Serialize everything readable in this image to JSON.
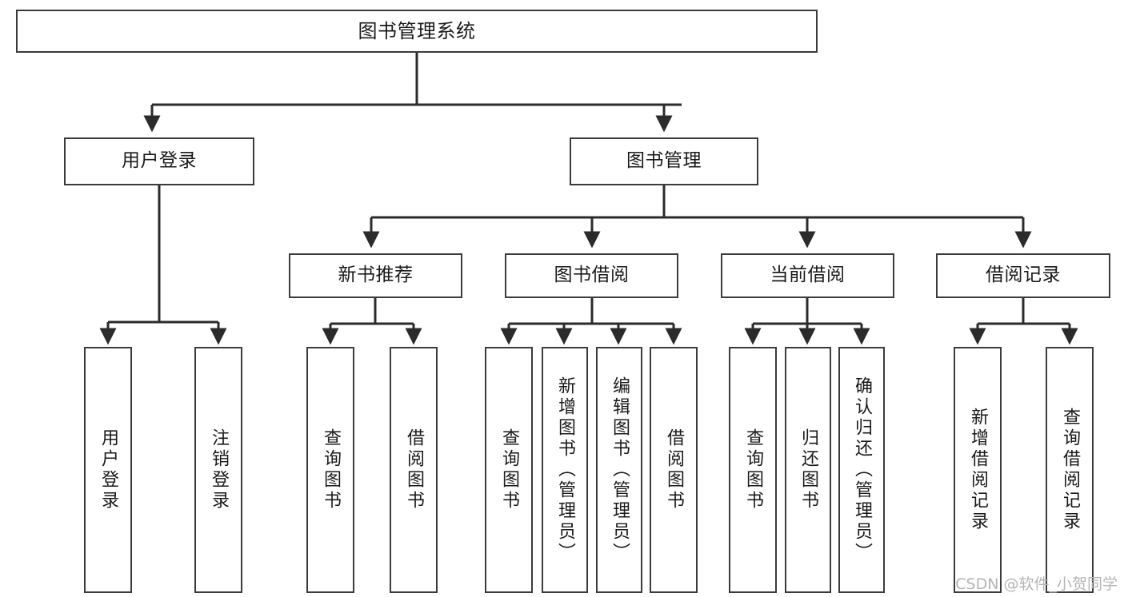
{
  "diagram": {
    "type": "tree-hierarchy-chart",
    "title": "图书管理系统",
    "colors": {
      "box_border": "#3b3b3b",
      "box_fill": "#ffffff",
      "edge": "#2b2b2b",
      "text": "#1a1a1a",
      "watermark": "#b4b4b4",
      "background": "#ffffff"
    },
    "levels": {
      "root": {
        "label": "图书管理系统"
      },
      "level2": [
        {
          "id": "user-login",
          "label": "用户登录"
        },
        {
          "id": "book-management",
          "label": "图书管理"
        }
      ],
      "level3": [
        {
          "id": "new-book-recommend",
          "label": "新书推荐"
        },
        {
          "id": "book-borrow",
          "label": "图书借阅"
        },
        {
          "id": "current-borrow",
          "label": "当前借阅"
        },
        {
          "id": "borrow-record",
          "label": "借阅记录"
        }
      ],
      "leaves": {
        "user_login": [
          {
            "id": "leaf-user-login",
            "label": "用户登录"
          },
          {
            "id": "leaf-logout-login",
            "label": "注销登录"
          }
        ],
        "new_book_recommend": [
          {
            "id": "leaf-query-book-1",
            "label": "查询图书"
          },
          {
            "id": "leaf-borrow-book-1",
            "label": "借阅图书"
          }
        ],
        "book_borrow": [
          {
            "id": "leaf-query-book-2",
            "label": "查询图书"
          },
          {
            "id": "leaf-add-book",
            "label": "新增图书（管理员）"
          },
          {
            "id": "leaf-edit-book",
            "label": "编辑图书（管理员）"
          },
          {
            "id": "leaf-borrow-book-2",
            "label": "借阅图书"
          }
        ],
        "current_borrow": [
          {
            "id": "leaf-query-book-3",
            "label": "查询图书"
          },
          {
            "id": "leaf-return-book",
            "label": "归还图书"
          },
          {
            "id": "leaf-confirm-return",
            "label": "确认归还（管理员）"
          }
        ],
        "borrow_record": [
          {
            "id": "leaf-add-record",
            "label": "新增借阅记录"
          },
          {
            "id": "leaf-query-record",
            "label": "查询借阅记录"
          }
        ]
      }
    },
    "watermark": "CSDN @软件_小贺同学"
  }
}
